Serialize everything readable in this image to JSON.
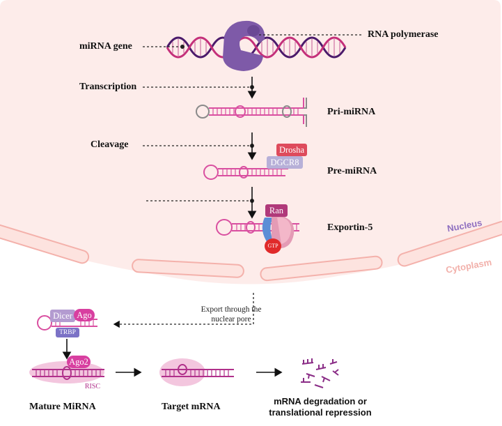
{
  "labels": {
    "mirna_gene": "miRNA gene",
    "rna_polymerase": "RNA polymerase",
    "transcription": "Transcription",
    "pri_mirna": "Pri-miRNA",
    "cleavage": "Cleavage",
    "pre_mirna": "Pre-miRNA",
    "exportin5": "Exportin-5",
    "nucleus": "Nucleus",
    "cytoplasm": "Cytoplasm",
    "export_line1": "Export through the",
    "export_line2": "nuclear pore",
    "mature_mirna": "Mature MiRNA",
    "target_mrna": "Target mRNA",
    "outcome_line1": "mRNA degradation or",
    "outcome_line2": "translational repression"
  },
  "proteins": {
    "drosha": "Drosha",
    "dgcr8": "DGCR8",
    "ran": "Ran",
    "gtp": "GTP",
    "dicer": "Dicer",
    "ago": "Ago",
    "trbp": "TRBP",
    "ago2": "Ago2",
    "risc": "RISC"
  },
  "colors": {
    "nucleus_fill": "#fdecea",
    "membrane": "#f6b8b2",
    "rna": "#d94fa0",
    "rna_gray": "#8a8a8a",
    "drosha": "#de4b5c",
    "dgcr8": "#b7b0d8",
    "ran": "#b0397a",
    "gtp": "#e02a2a",
    "dicer": "#b39bd0",
    "ago": "#d83fa0",
    "trbp": "#7b72c6",
    "polymerase": "#7e5aa8",
    "nucleus_text": "#8f6fc0",
    "cytoplasm_text": "#f2b0aa"
  }
}
